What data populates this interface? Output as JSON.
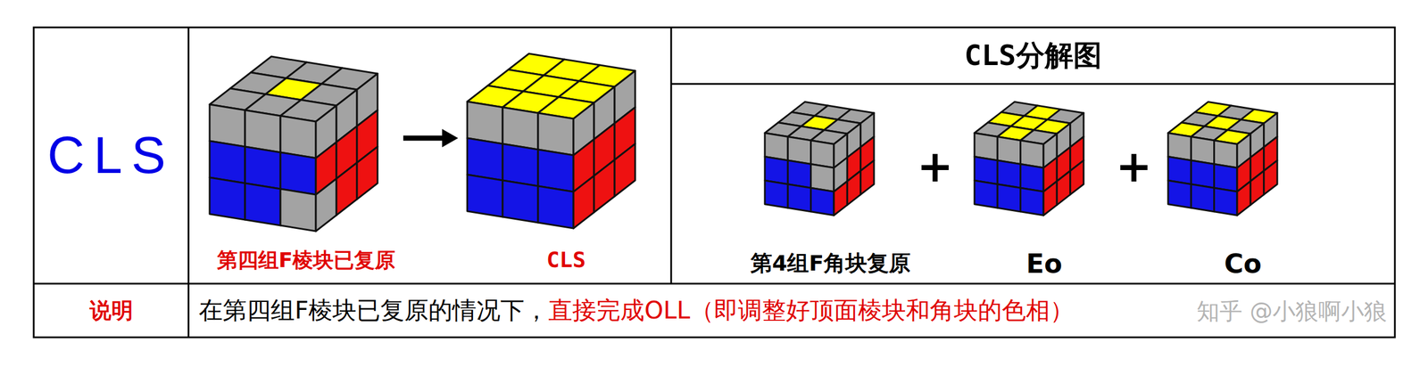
{
  "diagram": {
    "nodes": [
      {
        "text": [
          "CLS"
        ]
      },
      {
        "text": [
          "CLS分解图"
        ]
      },
      {
        "text": [
          "说明"
        ]
      },
      {
        "text": [
          "在第四组F棱块已复原的情况下，",
          "直接完成OLL（即调整好顶面棱块和角块的色相）"
        ]
      }
    ],
    "labels": [
      "第四组F棱块已复原",
      "CLS",
      "第4组F角块复原",
      "Eo",
      "Co",
      "+",
      "+",
      "知乎 @小狼啊小狼"
    ]
  }
}
